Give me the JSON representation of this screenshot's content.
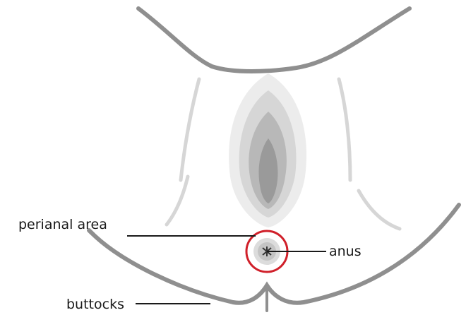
{
  "diagram": {
    "labels": {
      "perianal_area": "perianal area",
      "anus": "anus",
      "buttocks": "buttocks"
    },
    "colors": {
      "outline": "#8f8f8f",
      "leader": "#1a1a1a",
      "highlight": "#d0202a",
      "shade_outer": "#ececec",
      "shade_mid": "#d6d6d6",
      "shade_inner": "#b8b8b8",
      "shade_core": "#9a9a9a"
    }
  }
}
